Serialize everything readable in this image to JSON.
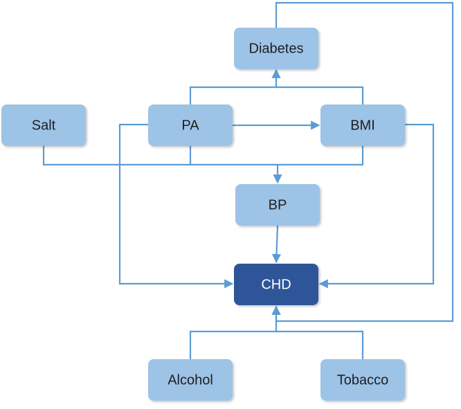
{
  "colors": {
    "node_fill": "#9dc3e6",
    "node_text": "#1f1f1f",
    "chd_fill": "#2f5597",
    "chd_text": "#ffffff",
    "edge": "#5b9bd5",
    "background": "#ffffff"
  },
  "nodes": {
    "diabetes": "Diabetes",
    "salt": "Salt",
    "pa": "PA",
    "bmi": "BMI",
    "bp": "BP",
    "chd": "CHD",
    "alcohol": "Alcohol",
    "tobacco": "Tobacco"
  },
  "edges": [
    {
      "from": "pa",
      "to": "diabetes"
    },
    {
      "from": "bmi",
      "to": "diabetes"
    },
    {
      "from": "pa",
      "to": "bmi"
    },
    {
      "from": "salt",
      "to": "bp"
    },
    {
      "from": "pa",
      "to": "bp"
    },
    {
      "from": "bmi",
      "to": "bp"
    },
    {
      "from": "bp",
      "to": "chd"
    },
    {
      "from": "pa",
      "to": "chd"
    },
    {
      "from": "bmi",
      "to": "chd"
    },
    {
      "from": "diabetes",
      "to": "chd"
    },
    {
      "from": "alcohol",
      "to": "chd"
    },
    {
      "from": "tobacco",
      "to": "chd"
    }
  ]
}
